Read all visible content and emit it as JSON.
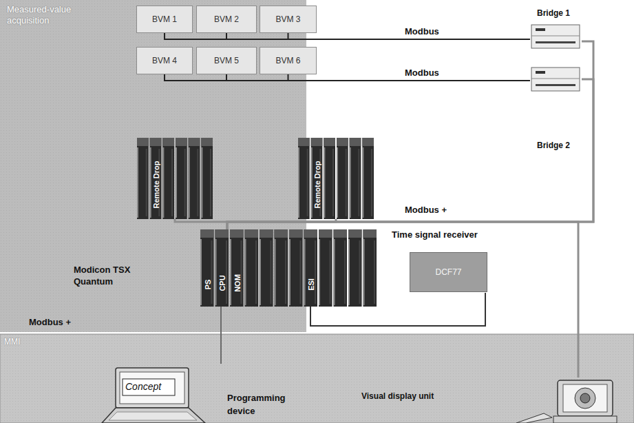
{
  "diagram": {
    "nodes": [
      {
        "text": [
          "Measured-value acquisition"
        ]
      },
      {
        "text": [
          "BVM 1"
        ],
        "in": 0
      },
      {
        "text": [
          "BVM 2"
        ],
        "in": 0
      },
      {
        "text": [
          "BVM 3"
        ],
        "in": 0
      },
      {
        "text": [
          "BVM 4"
        ],
        "in": 0
      },
      {
        "text": [
          "BVM 5"
        ],
        "in": 0
      },
      {
        "text": [
          "BVM 6"
        ],
        "in": 0
      },
      {
        "text": [
          "Remote Drop"
        ],
        "in": 0
      },
      {
        "text": [
          "Remote Drop"
        ],
        "in": 0
      },
      {
        "text": [
          "PS",
          "CPU",
          "NOM",
          "ESI"
        ],
        "in": 0
      },
      {
        "text": [
          "Bridge 1"
        ]
      },
      {
        "text": [
          "Bridge 2"
        ]
      },
      {
        "text": [
          "Time signal receiver",
          "DCF77"
        ]
      },
      {
        "text": [
          "MMI"
        ]
      },
      {
        "text": [
          "Concept",
          "Programming device"
        ],
        "in": 13
      },
      {
        "text": [
          "Visual display unit"
        ],
        "in": 13
      }
    ],
    "edges": [
      {
        "from": 1,
        "to": 10,
        "arrow": "none"
      },
      {
        "from": 2,
        "to": 10,
        "arrow": "none"
      },
      {
        "from": 3,
        "to": 10,
        "label": "Modbus",
        "arrow": "none"
      },
      {
        "from": 4,
        "to": 11,
        "arrow": "none"
      },
      {
        "from": 5,
        "to": 11,
        "arrow": "none"
      },
      {
        "from": 6,
        "to": 11,
        "label": "Modbus",
        "arrow": "none"
      },
      {
        "from": 9,
        "to": 7,
        "arrow": "none"
      },
      {
        "from": 9,
        "to": 8,
        "arrow": "none"
      },
      {
        "from": 9,
        "to": 10,
        "arrow": "none"
      },
      {
        "from": 9,
        "to": 11,
        "label": "Modbus +",
        "arrow": "none"
      },
      {
        "from": 9,
        "to": 15,
        "arrow": "none"
      },
      {
        "from": 9,
        "to": 12,
        "arrow": "none"
      },
      {
        "from": 14,
        "to": 9,
        "label": "Modbus +",
        "arrow": "none"
      }
    ],
    "labels": [
      "Modicon TSX Quantum"
    ]
  }
}
